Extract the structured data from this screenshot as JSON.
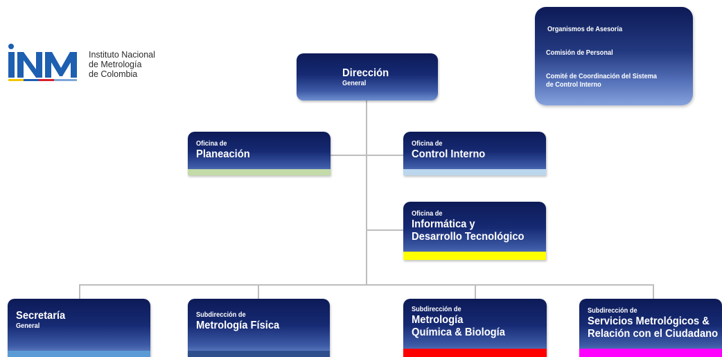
{
  "logo": {
    "mark": "INM",
    "line1": "Instituto Nacional",
    "line2": "de Metrología",
    "line3": "de Colombia"
  },
  "advisory": {
    "title": "Organismos de Asesoría",
    "item1": "Comisión de Personal",
    "item2_line1": "Comité de Coordinación del Sistema",
    "item2_line2": "de Control Interno"
  },
  "direccion": {
    "title": "Dirección",
    "subtitle": "General"
  },
  "planeacion": {
    "prefix": "Oficina de",
    "name": "Planeación",
    "color": "#c3dba8"
  },
  "control": {
    "prefix": "Oficina de",
    "name": "Control Interno",
    "color": "#bcd6ee"
  },
  "informatica": {
    "prefix": "Oficina de",
    "name_line1": "Informática y",
    "name_line2": "Desarrollo Tecnológico",
    "color": "#ffff00"
  },
  "secretaria": {
    "title": "Secretaría",
    "subtitle": "General",
    "color": "#5b9bd5"
  },
  "fisica": {
    "prefix": "Subdirección de",
    "name": "Metrología Física",
    "color": "#2e4f8c"
  },
  "quimica": {
    "prefix": "Subdirección de",
    "name_line1": "Metrología",
    "name_line2": "Química & Biología",
    "color": "#ff0000"
  },
  "servicios": {
    "prefix": "Subdirección de",
    "name_line1": "Servicios Metrológicos &",
    "name_line2": "Relación con el Ciudadano",
    "color": "#ff00ff"
  }
}
